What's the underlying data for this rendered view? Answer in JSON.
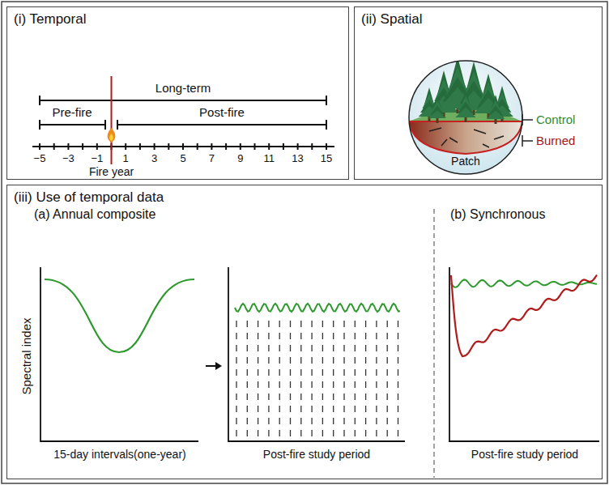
{
  "diagram": {
    "nodes": [
      {
        "text": [
          "(i) Temporal"
        ]
      },
      {
        "text": [
          "(ii) Spatial"
        ]
      },
      {
        "text": [
          "(iii) Use of temporal data"
        ]
      }
    ],
    "labels": [
      "Long-term",
      "Pre-fire",
      "Post-fire",
      "−5",
      "−3",
      "−1",
      "1",
      "3",
      "5",
      "7",
      "9",
      "11",
      "13",
      "15",
      "Fire year",
      "Control",
      "Burned",
      "Patch",
      "(a) Annual composite",
      "(b) Synchronous",
      "Spectral index",
      "15-day intervals(one-year)",
      "Post-fire study period",
      "Post-fire study period"
    ]
  }
}
